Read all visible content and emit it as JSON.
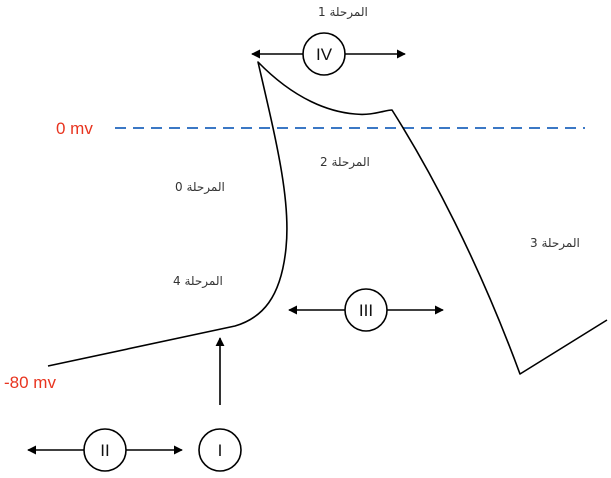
{
  "voltage_labels": {
    "zero": "0 mv",
    "resting": "-80 mv"
  },
  "phases": {
    "phase_0": "المرحلة 0",
    "phase_1": "المرحلة 1",
    "phase_2": "المرحلة 2",
    "phase_3": "المرحلة 3",
    "phase_4": "المرحلة 4"
  },
  "markers": {
    "m1": "I",
    "m2": "II",
    "m3": "III",
    "m4": "IV"
  },
  "colors": {
    "zero_line": "#3b78c5",
    "voltage_text": "#e8341f",
    "curve": "#000000"
  }
}
